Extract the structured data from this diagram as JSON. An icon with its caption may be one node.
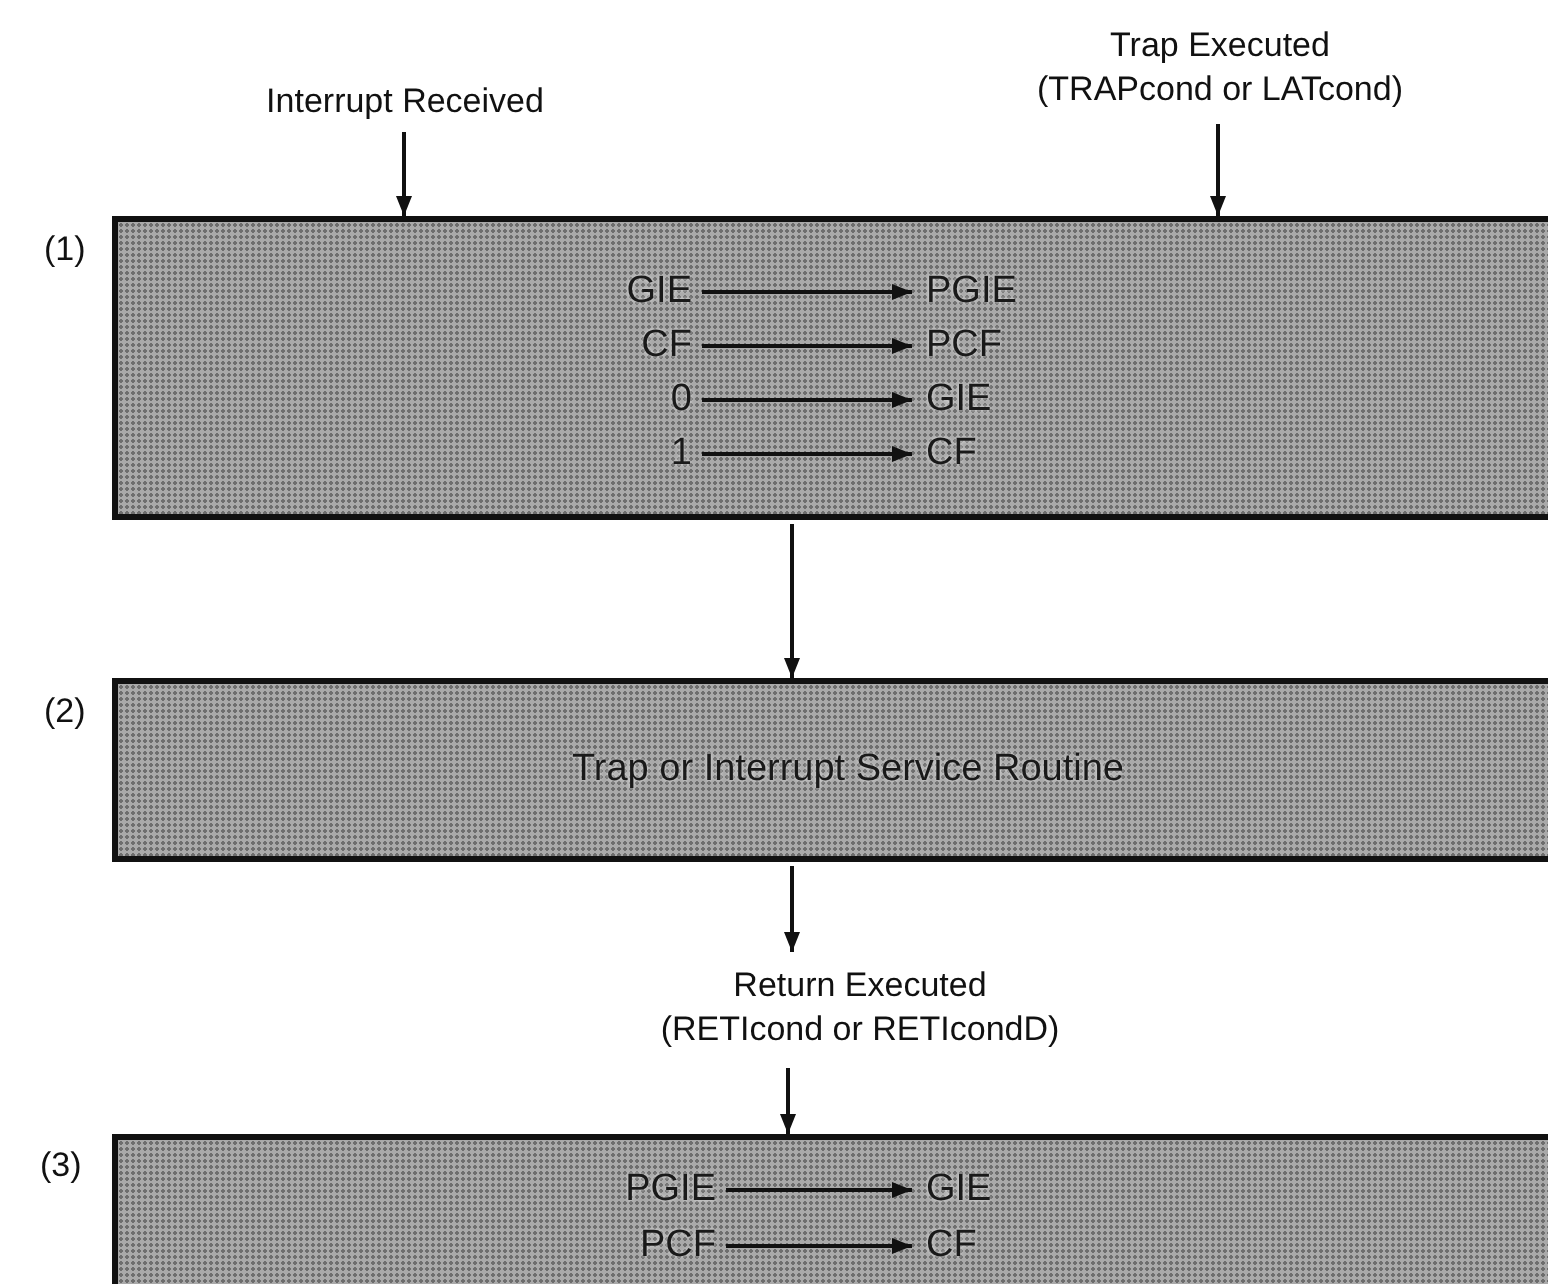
{
  "diagram": {
    "nodes": [
      {
        "text": [
          "Interrupt Received"
        ]
      },
      {
        "text": [
          "Trap Executed",
          "(TRAPcond or LATcond)"
        ]
      },
      {
        "text": [],
        "shape": "box",
        "beside": [
          "(1)"
        ]
      },
      {
        "text": [
          "GIE"
        ],
        "in": 2
      },
      {
        "text": [
          "PGIE"
        ],
        "in": 2
      },
      {
        "text": [
          "CF"
        ],
        "in": 2
      },
      {
        "text": [
          "PCF"
        ],
        "in": 2
      },
      {
        "text": [
          "0"
        ],
        "in": 2
      },
      {
        "text": [
          "GIE"
        ],
        "in": 2
      },
      {
        "text": [
          "1"
        ],
        "in": 2
      },
      {
        "text": [
          "CF"
        ],
        "in": 2
      },
      {
        "text": [
          "Trap or Interrupt Service Routine"
        ],
        "beside": [
          "(2)"
        ]
      },
      {
        "text": [
          "Return Executed",
          "(RETIcond or RETIcondD)"
        ]
      },
      {
        "text": [],
        "shape": "box",
        "beside": [
          "(3)"
        ]
      },
      {
        "text": [
          "PGIE"
        ],
        "in": 13
      },
      {
        "text": [
          "GIE"
        ],
        "in": 13
      },
      {
        "text": [
          "PCF"
        ],
        "in": 13
      },
      {
        "text": [
          "CF"
        ],
        "in": 13
      }
    ],
    "edges": [
      {
        "from": 0,
        "to": 2,
        "arrow": "to"
      },
      {
        "from": 1,
        "to": 2,
        "arrow": "to"
      },
      {
        "from": 3,
        "to": 4,
        "arrow": "to"
      },
      {
        "from": 5,
        "to": 6,
        "arrow": "to"
      },
      {
        "from": 7,
        "to": 8,
        "arrow": "to"
      },
      {
        "from": 9,
        "to": 10,
        "arrow": "to"
      },
      {
        "from": 2,
        "to": 11,
        "arrow": "to"
      },
      {
        "from": 11,
        "to": 12,
        "arrow": "to"
      },
      {
        "from": 12,
        "to": 13,
        "arrow": "to"
      },
      {
        "from": 14,
        "to": 15,
        "arrow": "to"
      },
      {
        "from": 16,
        "to": 17,
        "arrow": "to"
      }
    ]
  }
}
